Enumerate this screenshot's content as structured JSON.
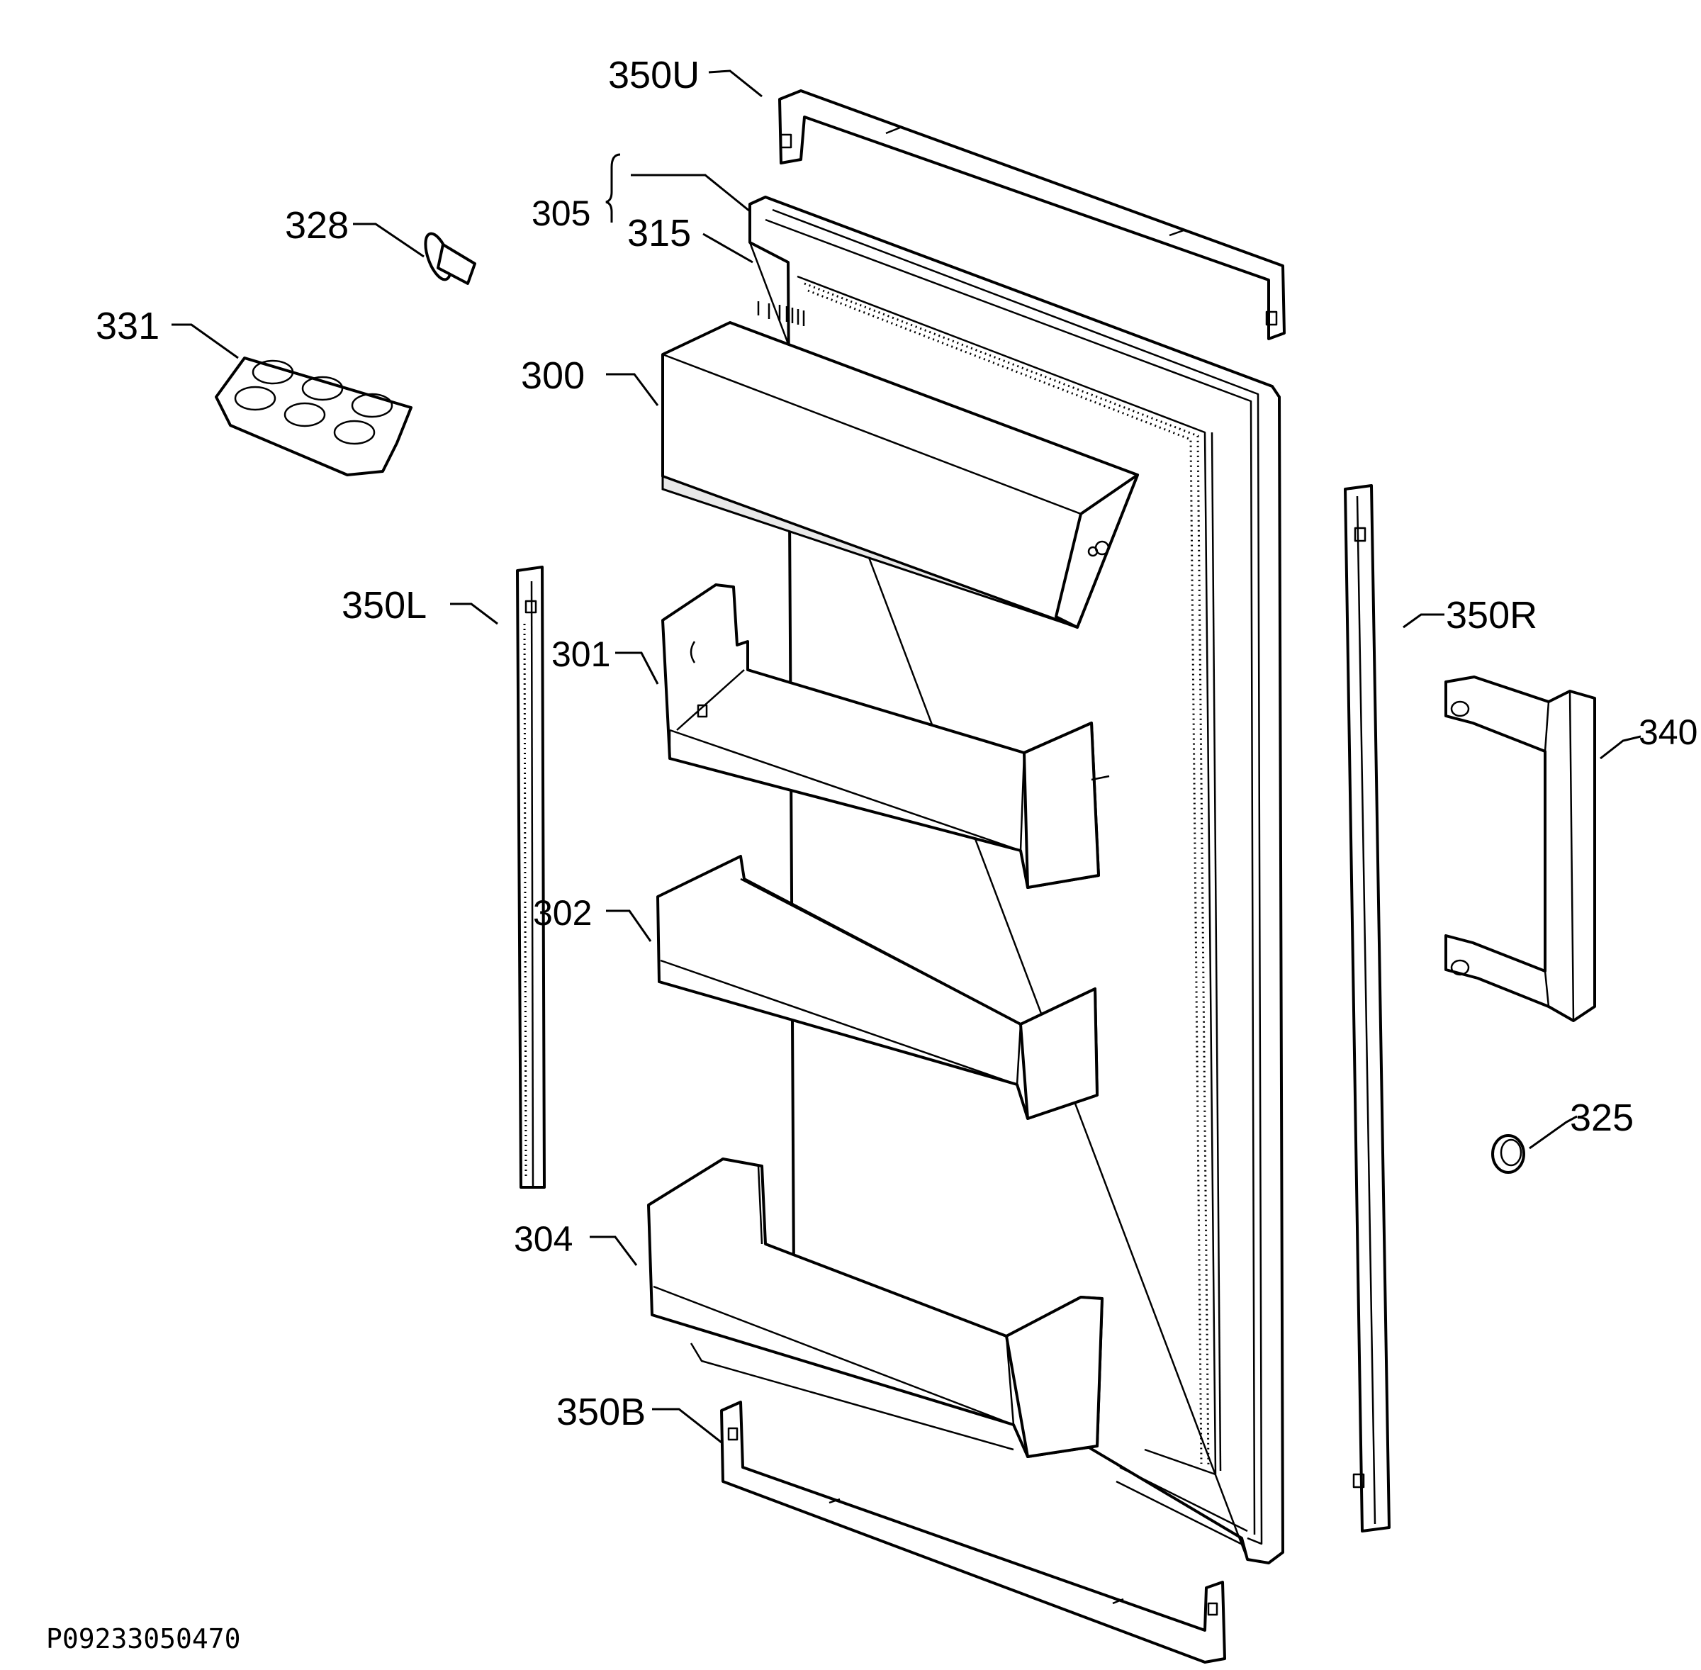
{
  "document_code": "P09233050470",
  "callouts": {
    "c350U": "350U",
    "c305": "305",
    "c315": "315",
    "c328": "328",
    "c331": "331",
    "c300": "300",
    "c350L": "350L",
    "c301": "301",
    "c302": "302",
    "c304": "304",
    "c350B": "350B",
    "c350R": "350R",
    "c340": "340",
    "c325": "325"
  }
}
